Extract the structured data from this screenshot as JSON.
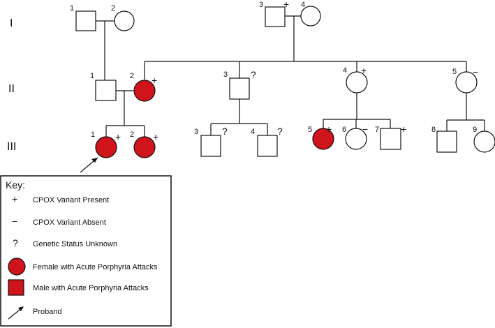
{
  "generations": [
    "I",
    "II",
    "III"
  ],
  "individuals": {
    "I_1_num": "1",
    "I_2_num": "2",
    "I_3_num": "3",
    "I_3_mark": "+",
    "I_4_num": "4",
    "II_1_num": "1",
    "II_2_num": "2",
    "II_2_mark": "+",
    "II_3_num": "3",
    "II_3_mark": "?",
    "II_4_num": "4",
    "II_4_mark": "+",
    "II_5_num": "5",
    "II_5_mark": "−",
    "III_1_num": "1",
    "III_1_mark": "+",
    "III_2_num": "2",
    "III_2_mark": "+",
    "III_3_num": "3",
    "III_3_mark": "?",
    "III_4_num": "4",
    "III_4_mark": "?",
    "III_5_num": "5",
    "III_5_mark": "+",
    "III_6_num": "6",
    "III_6_mark": "−",
    "III_7_num": "7",
    "III_7_mark": "+",
    "III_8_num": "8",
    "III_9_num": "9"
  },
  "key": {
    "title": "Key:",
    "plus_symbol": "+",
    "plus_label": "CPOX Variant Present",
    "minus_symbol": "−",
    "minus_label": "CPOX Variant Absent",
    "question_symbol": "?",
    "question_label": "Genetic Status Unknown",
    "female_affected_label": "Female with Acute Porphyria Attacks",
    "male_affected_label": "Male with Acute Porphyria Attacks",
    "proband_label": "Proband"
  },
  "colors": {
    "affected_fill": "#d0141b",
    "unaffected_fill": "#ffffff",
    "line": "#111111"
  }
}
